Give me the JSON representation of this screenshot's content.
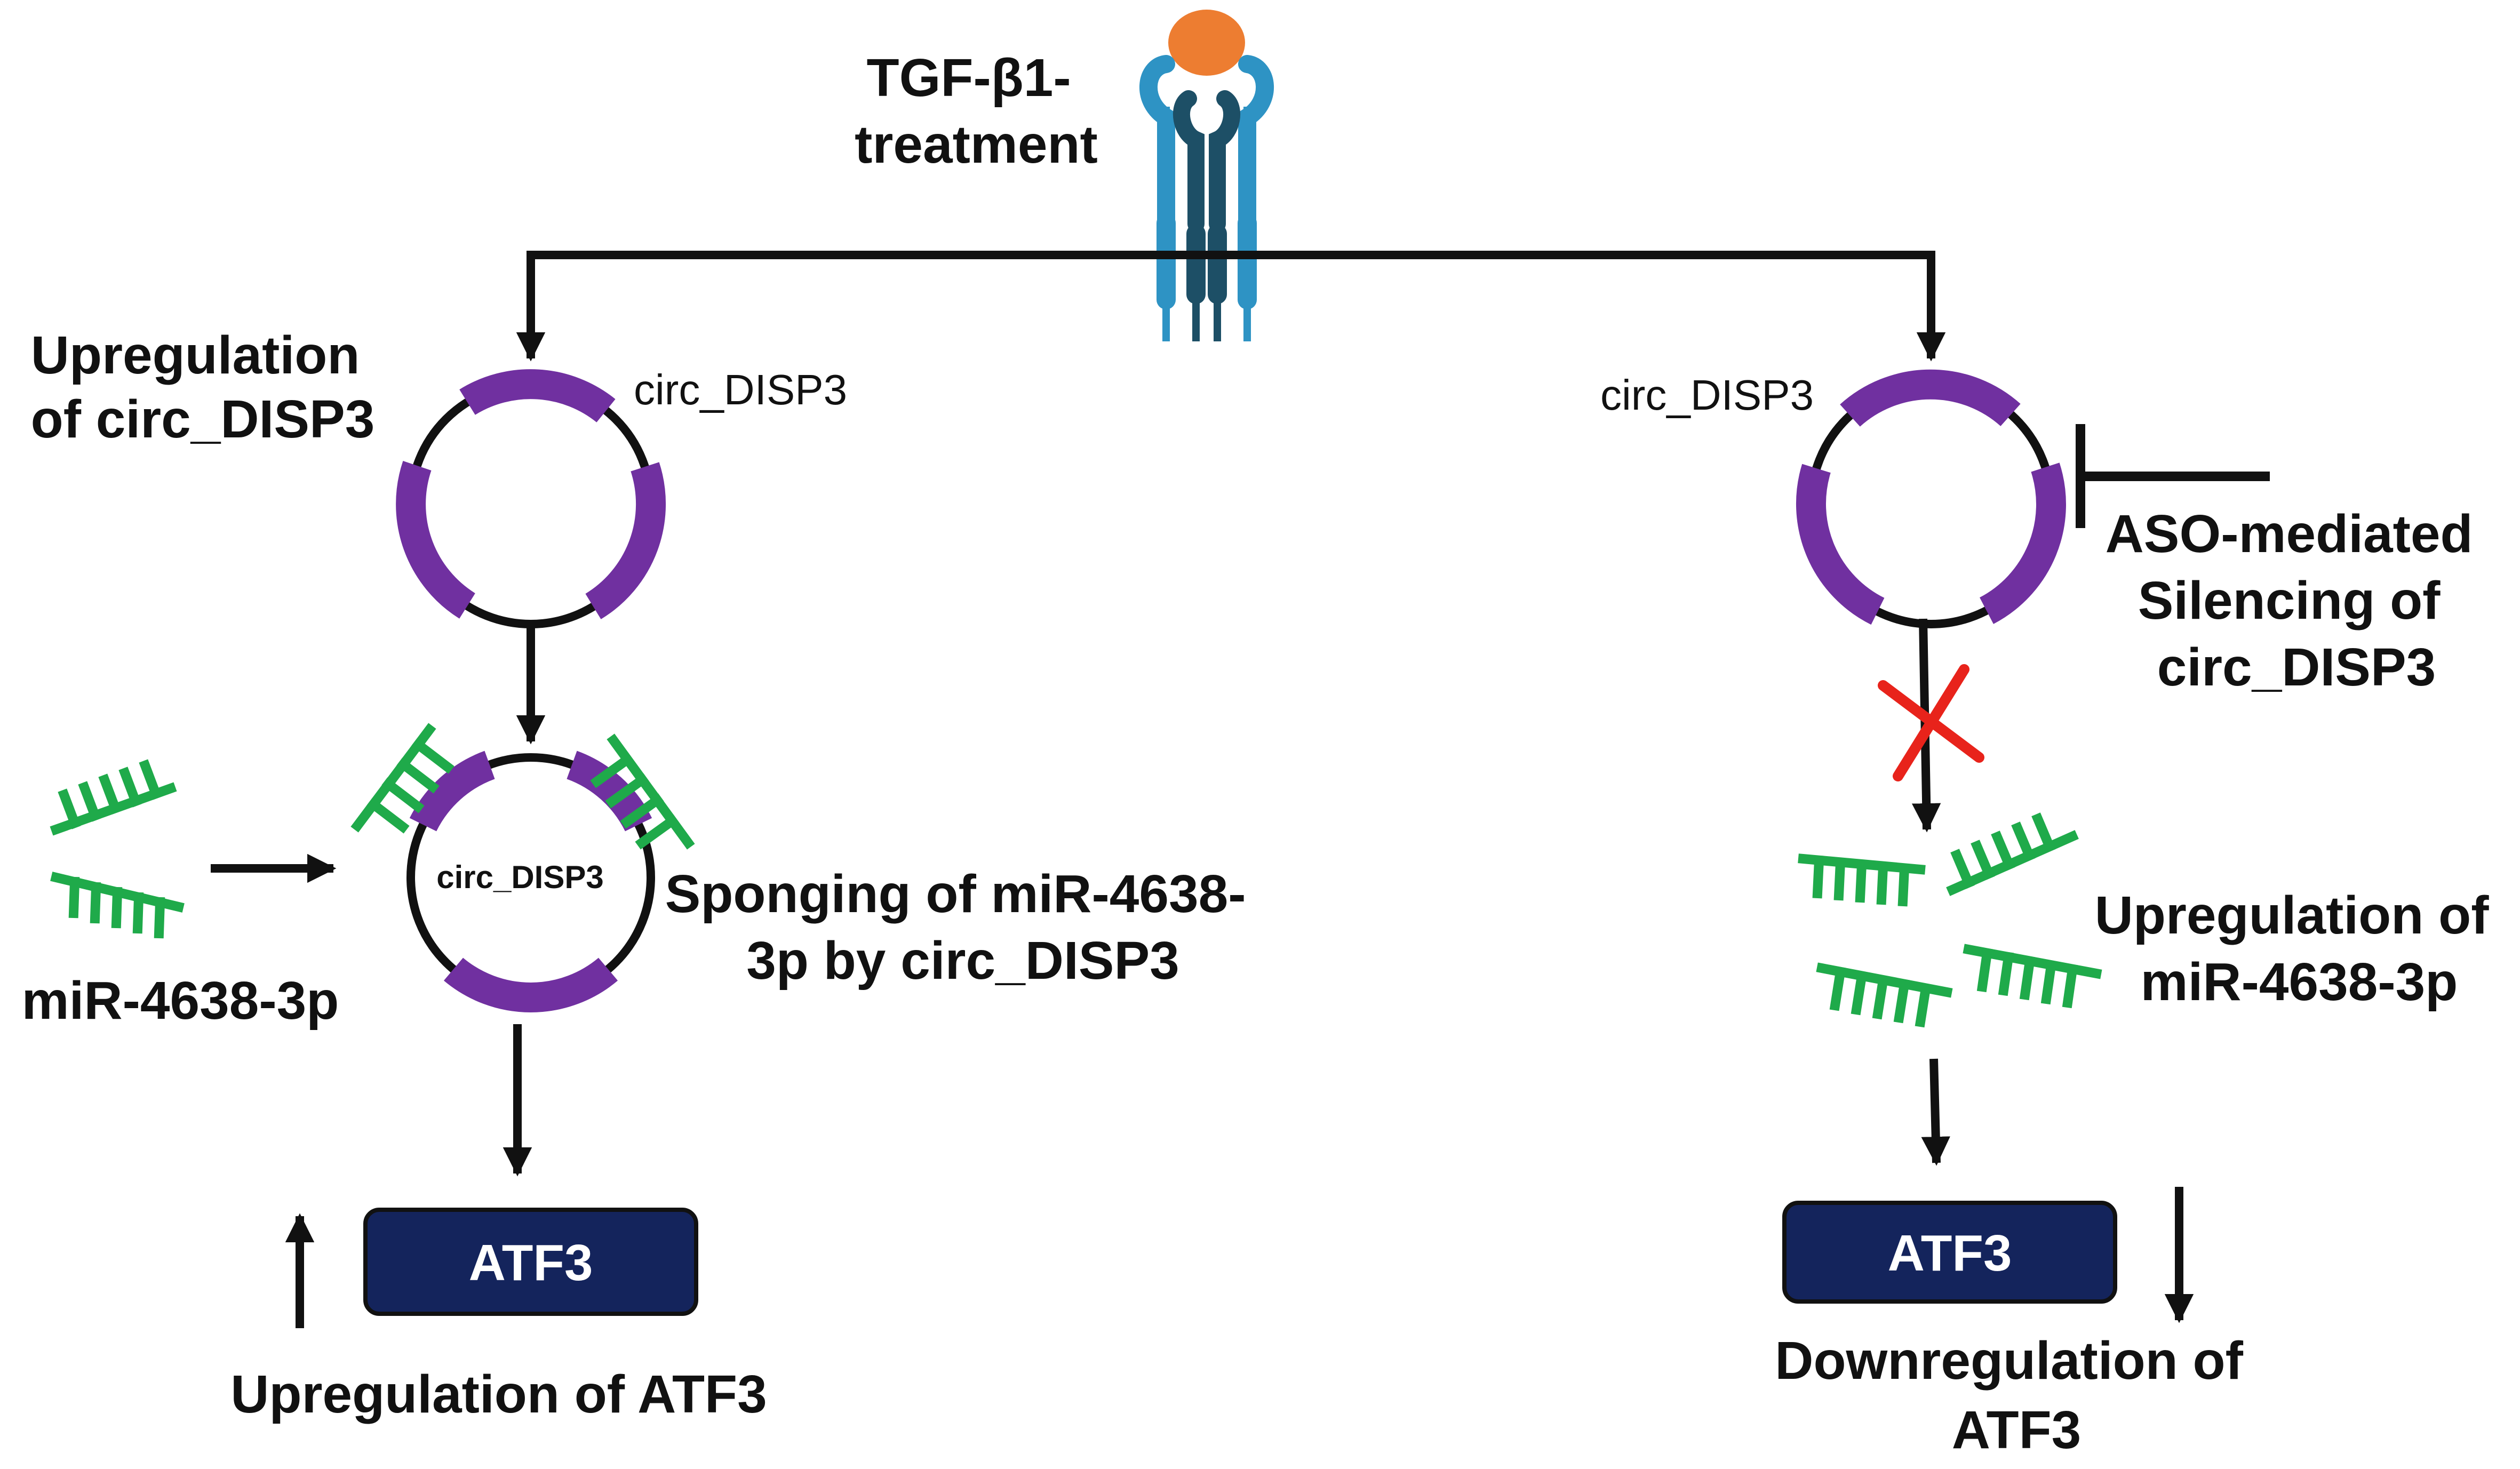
{
  "receptor": {
    "label_lines": [
      "TGF-β1-",
      "treatment"
    ]
  },
  "left_branch": {
    "upregulation_label_lines": [
      "Upregulation",
      "of circ_DISP3"
    ],
    "circ_label": "circ_DISP3",
    "inner_circ_label": "circ_DISP3",
    "mirna_label": "miR-4638-3p",
    "sponging_label_lines": [
      "Sponging of miR-4638-",
      "3p by circ_DISP3"
    ],
    "atf3_box": "ATF3",
    "atf3_change": "up",
    "atf3_label": "Upregulation of ATF3"
  },
  "right_branch": {
    "circ_label": "circ_DISP3",
    "aso_label_lines": [
      "ASO-mediated",
      "Silencing of",
      "circ_DISP3"
    ],
    "mirna_label_lines": [
      "Upregulation of",
      "miR-4638-3p"
    ],
    "atf3_box": "ATF3",
    "atf3_change": "down",
    "atf3_label_lines": [
      "Downregulation of",
      "ATF3"
    ]
  },
  "colors": {
    "circ_segment": "#7030a0",
    "mirna": "#1faa4a",
    "ligand": "#ed7d31",
    "receptor_light": "#2e93c4",
    "receptor_dark": "#1d4f66",
    "atf3_box": "#14245c",
    "block_cross": "#e8231b",
    "arrow": "#111111"
  }
}
